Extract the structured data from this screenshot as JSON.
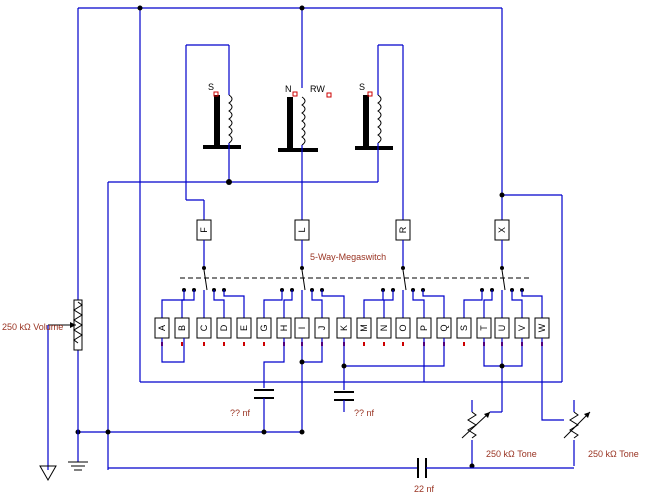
{
  "pickups": [
    {
      "label": "S"
    },
    {
      "label": "N"
    },
    {
      "label": "S"
    }
  ],
  "rw_label": "RW",
  "selector": {
    "label": "5-Way-Megaswitch",
    "top_terminals": [
      "F",
      "L",
      "R",
      "X"
    ],
    "bottom_terminals": [
      "A",
      "B",
      "C",
      "D",
      "E",
      "G",
      "H",
      "I",
      "J",
      "K",
      "M",
      "N",
      "O",
      "P",
      "Q",
      "S",
      "T",
      "U",
      "V",
      "W"
    ]
  },
  "caps": [
    {
      "label": "?? nf"
    },
    {
      "label": "?? nf"
    },
    {
      "label": "22 nf"
    }
  ],
  "pots": {
    "volume": "250 kΩ Volume",
    "tone1": "250 kΩ Tone",
    "tone2": "250 kΩ Tone"
  },
  "colors": {
    "wire": "#0000cc",
    "label_red": "#993322",
    "marker": "#cc0000"
  }
}
